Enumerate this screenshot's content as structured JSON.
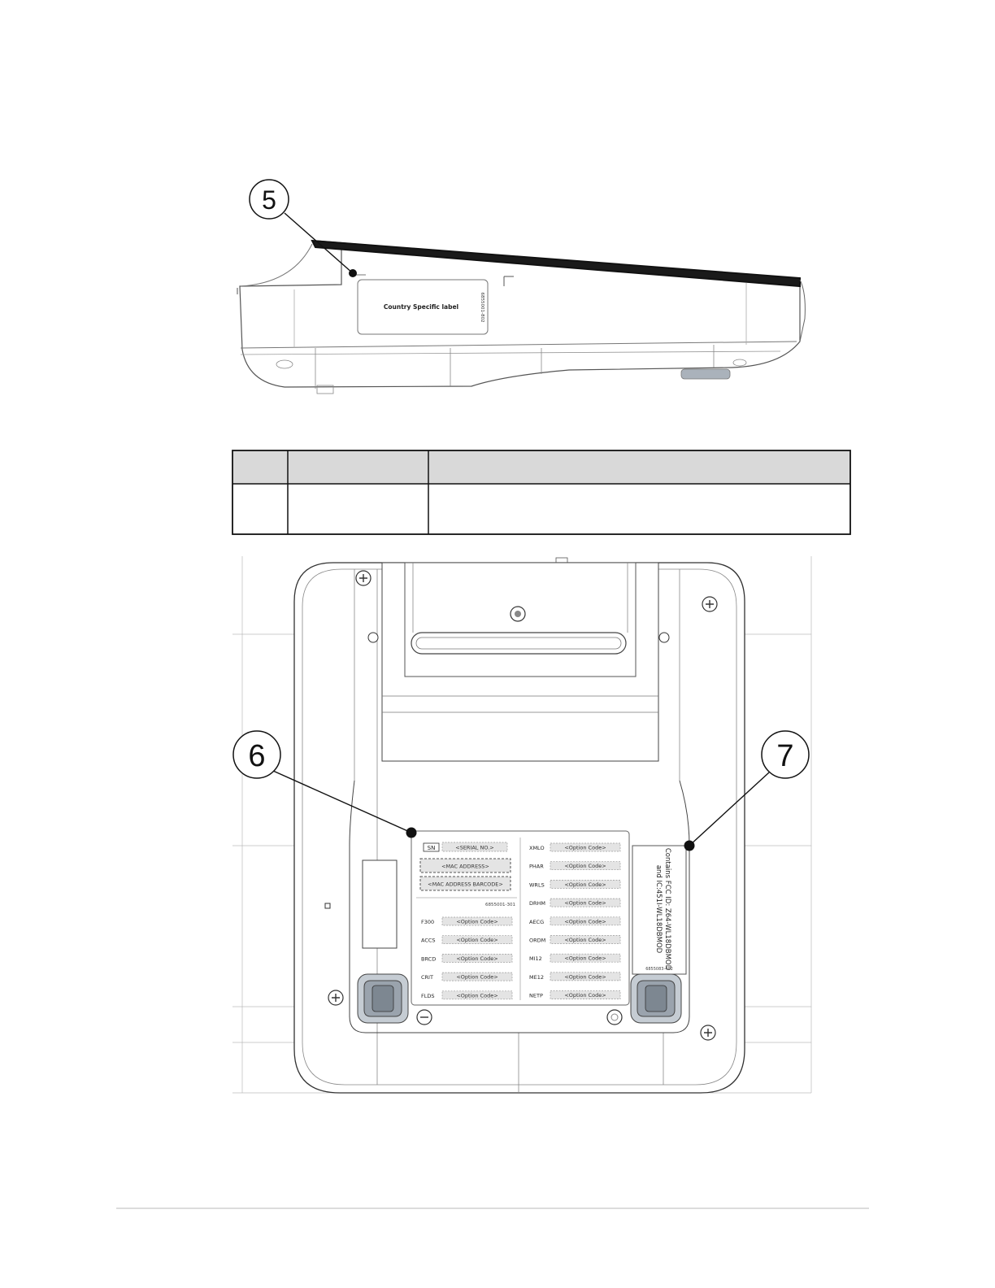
{
  "callouts": {
    "c5": "5",
    "c6": "6",
    "c7": "7"
  },
  "side_view": {
    "label_text": "Country Specific label",
    "part_number": "6855001-802"
  },
  "table": {
    "header": [
      "",
      "",
      ""
    ],
    "rows": [
      [
        "",
        "",
        ""
      ]
    ]
  },
  "option_label": {
    "sn_tag": "SN",
    "serial": "<SERIAL NO.>",
    "mac": "<MAC ADDRESS>",
    "mac_barcode": "<MAC ADDRESS BARCODE>",
    "part_number": "6855001-301",
    "left_options": [
      {
        "code": "F300",
        "value": "<Option Code>"
      },
      {
        "code": "ACCS",
        "value": "<Option Code>"
      },
      {
        "code": "BRCD",
        "value": "<Option Code>"
      },
      {
        "code": "CRIT",
        "value": "<Option Code>"
      },
      {
        "code": "FLDS",
        "value": "<Option Code>"
      }
    ],
    "right_options": [
      {
        "code": "XMLO",
        "value": "<Option Code>"
      },
      {
        "code": "PHAR",
        "value": "<Option Code>"
      },
      {
        "code": "WRLS",
        "value": "<Option Code>"
      },
      {
        "code": "DRHM",
        "value": "<Option Code>"
      },
      {
        "code": "AECG",
        "value": "<Option Code>"
      },
      {
        "code": "ORDM",
        "value": "<Option Code>"
      },
      {
        "code": "MI12",
        "value": "<Option Code>"
      },
      {
        "code": "ME12",
        "value": "<Option Code>"
      },
      {
        "code": "NETP",
        "value": "<Option Code>"
      }
    ]
  },
  "fcc_label": {
    "line1": "Contains FCC ID: Z64-WL18DBMOD",
    "line2": "and IC:451I-WL18DBMOD",
    "part_number": "6855083-402"
  }
}
